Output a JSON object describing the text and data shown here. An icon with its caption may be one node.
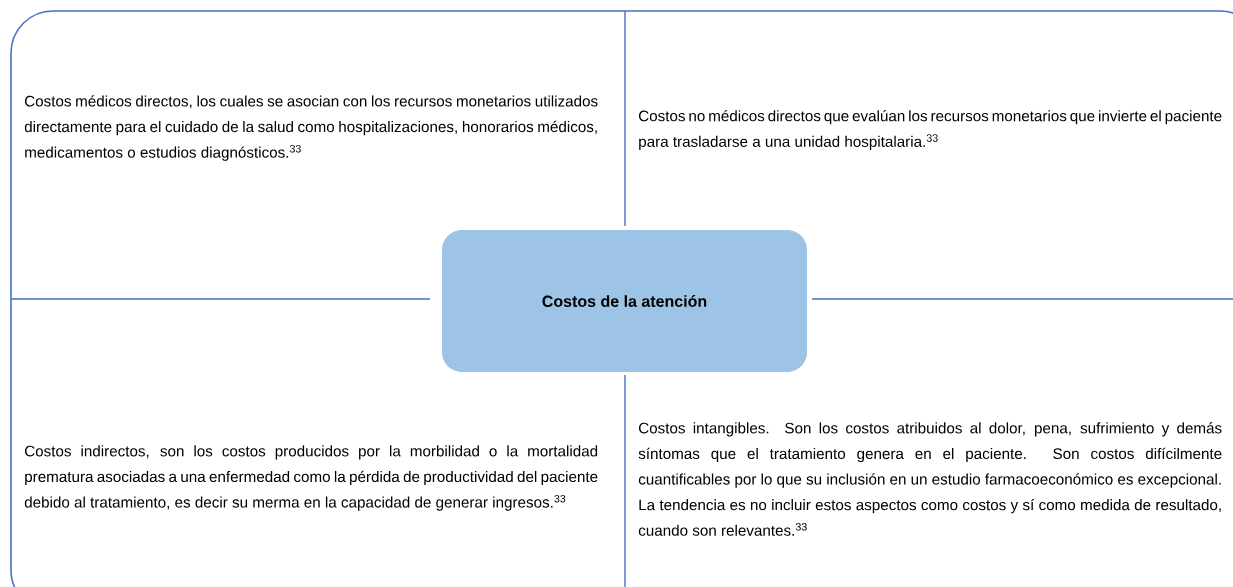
{
  "diagram": {
    "nodes": [
      {
        "text": [
          "Costos de la atención"
        ]
      },
      {
        "text": [
          "Costos médicos directos, los cuales se asocian con los recursos monetarios utilizados directamente para el cuidado de la salud como hospitalizaciones, honorarios médicos, medicamentos o estudios diagnósticos.$^{33}$"
        ]
      },
      {
        "text": [
          "Costos no médicos directos que evalúan los recursos monetarios que invierte el paciente para trasladarse a una unidad hospitalaria.$^{33}$"
        ]
      },
      {
        "text": [
          "Costos indirectos, son los costos producidos por la morbilidad o la mortalidad prematura asociadas a una enfermedad como la pérdida de productividad del paciente debido al tratamiento, es decir su merma en la capacidad de generar ingresos.$^{33}$"
        ]
      },
      {
        "text": [
          "Costos intangibles. Son los costos atribuidos al dolor, pena, sufrimiento y demás síntomas que el tratamiento genera en el paciente. Son costos difícilmente cuantificables por lo que su inclusión en un estudio farmacoeconómico es excepcional. La tendencia es no incluir estos aspectos como costos y sí como medida de resultado, cuando son relevantes.$^{33}$"
        ]
      }
    ]
  }
}
